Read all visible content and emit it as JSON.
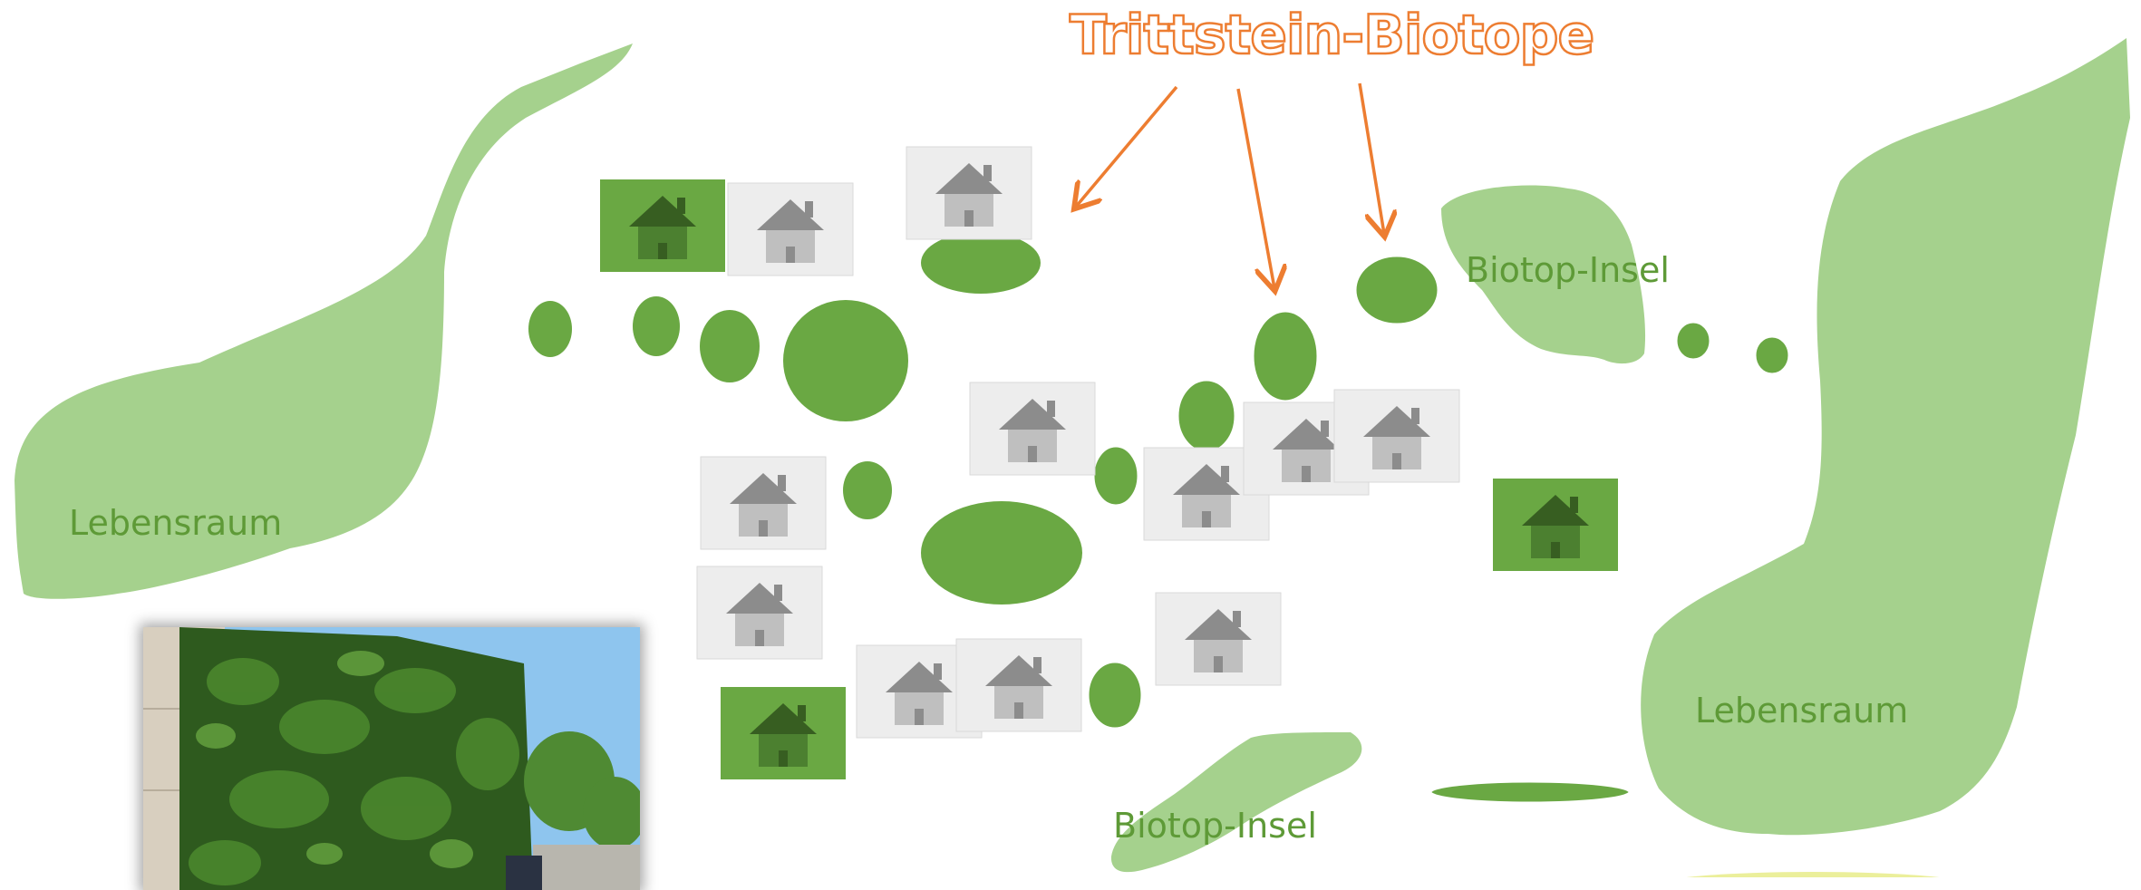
{
  "title": "Trittstein-Biotope",
  "labels": {
    "lebensraum_left": "Lebensraum",
    "lebensraum_right": "Lebensraum",
    "biotop_insel_upper": "Biotop-Insel",
    "biotop_insel_lower": "Biotop-Insel"
  },
  "colors": {
    "habitat_light_green": "#a5d18d",
    "stepping_stone_green": "#6aa843",
    "green_roof_house_bg": "#6aa843",
    "green_roof_house": "#3f6a26",
    "urban_house_bg": "#ededed",
    "urban_house": "#a6a6a6",
    "arrow_orange": "#ed7d31",
    "label_green": "#5e9a37"
  },
  "icons": {
    "house": "house-icon",
    "arrow": "arrow-icon"
  },
  "photo": {
    "subject": "ivy-covered-building-wall"
  }
}
